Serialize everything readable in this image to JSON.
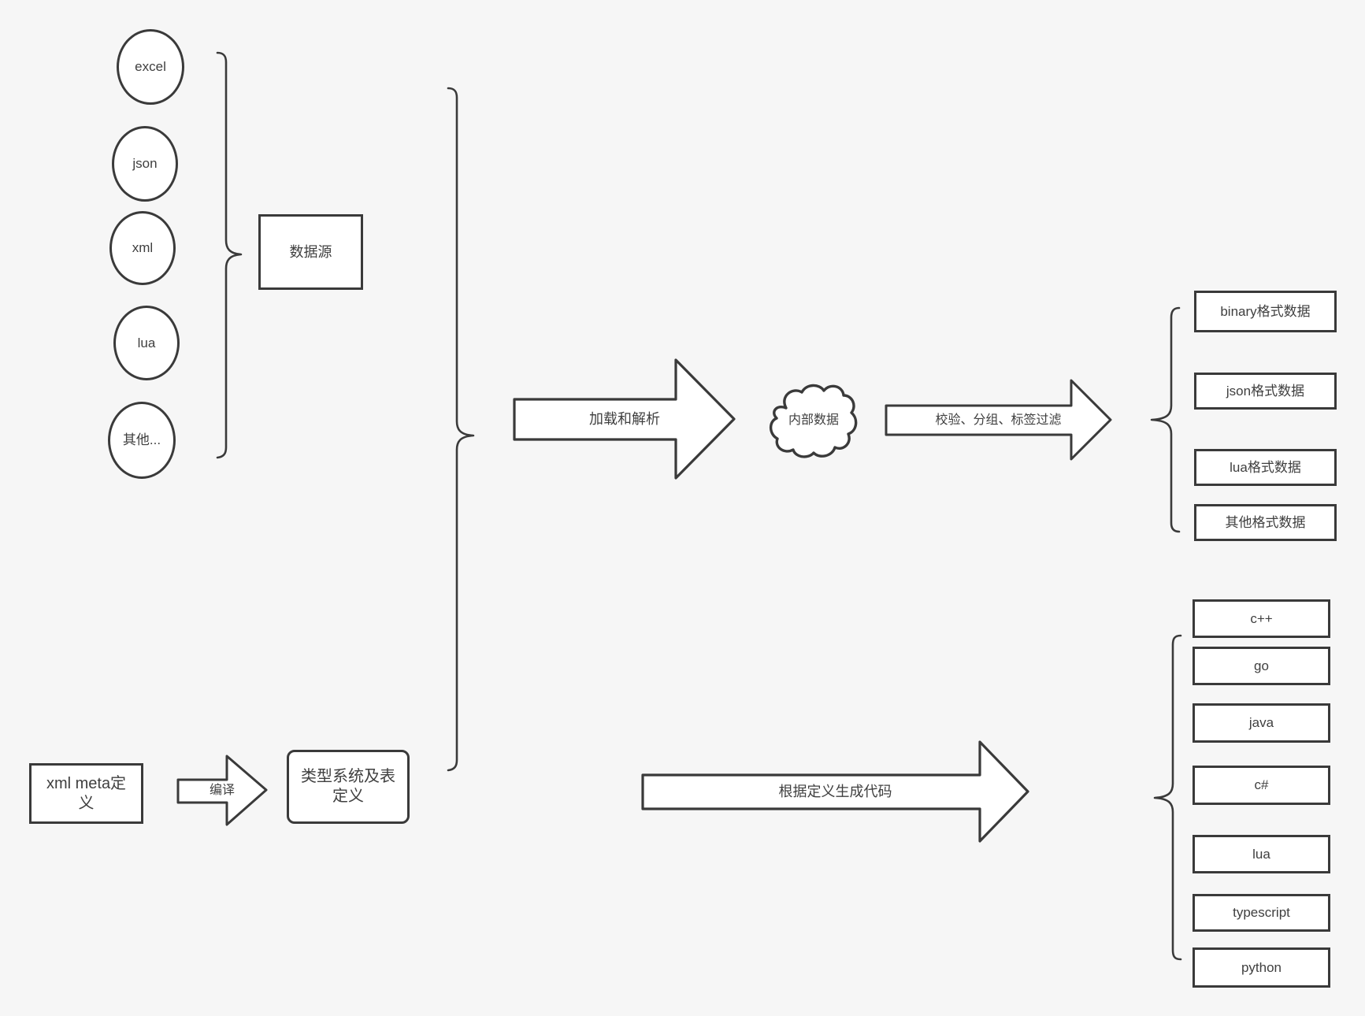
{
  "colors": {
    "background": "#f6f6f6",
    "stroke": "#3a3a3a",
    "text": "#3f3f3f",
    "shape_fill": "#ffffff"
  },
  "sources": {
    "items": [
      "excel",
      "json",
      "xml",
      "lua",
      "其他..."
    ],
    "group_label": "数据源"
  },
  "definitions": {
    "xml_meta_label": "xml meta定\n义",
    "compile_arrow_label": "编译",
    "type_system_label": "类型系统及表\n定义"
  },
  "pipeline": {
    "load_arrow_label": "加载和解析",
    "cloud_label": "内部数据",
    "filter_arrow_label": "校验、分组、标签过滤",
    "generate_arrow_label": "根据定义生成代码"
  },
  "outputs": {
    "formats": [
      "binary格式数据",
      "json格式数据",
      "lua格式数据",
      "其他格式数据"
    ],
    "languages": [
      "c++",
      "go",
      "java",
      "c#",
      "lua",
      "typescript",
      "python"
    ]
  }
}
